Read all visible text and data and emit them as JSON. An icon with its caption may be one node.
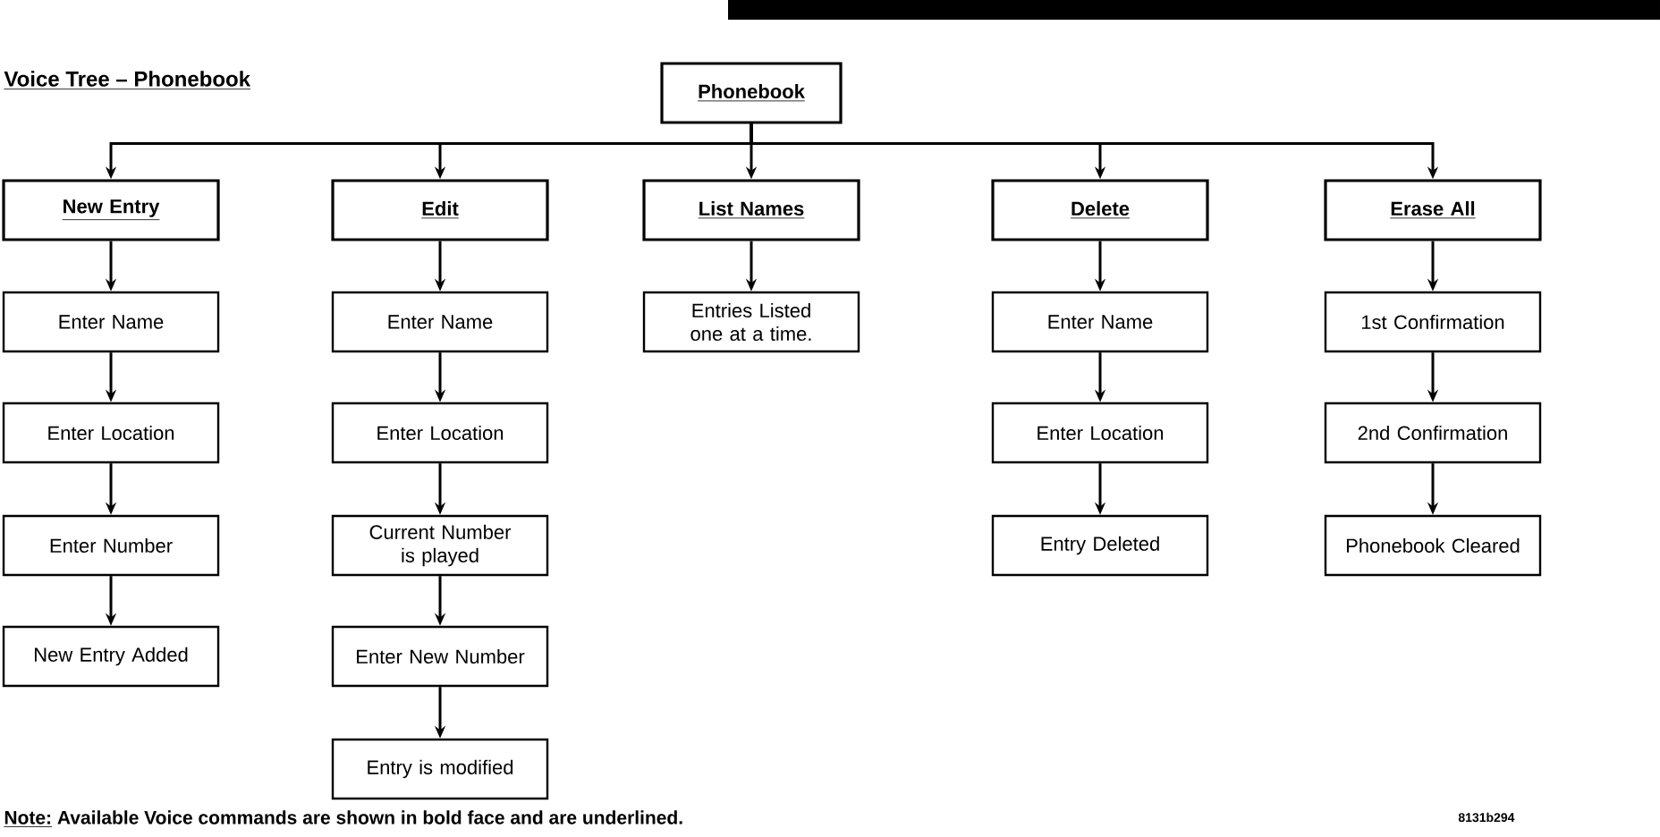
{
  "diagram": {
    "title": "Voice Tree – Phonebook",
    "nodes": [
      {
        "text": [
          "Phonebook"
        ]
      },
      {
        "text": [
          "New Entry"
        ]
      },
      {
        "text": [
          "Edit"
        ]
      },
      {
        "text": [
          "List Names"
        ]
      },
      {
        "text": [
          "Delete"
        ]
      },
      {
        "text": [
          "Erase All"
        ]
      },
      {
        "text": [
          "Enter Name"
        ]
      },
      {
        "text": [
          "Enter Location"
        ]
      },
      {
        "text": [
          "Enter Number"
        ]
      },
      {
        "text": [
          "New Entry Added"
        ]
      },
      {
        "text": [
          "Enter Name"
        ]
      },
      {
        "text": [
          "Enter Location"
        ]
      },
      {
        "text": [
          "Current Number is played"
        ]
      },
      {
        "text": [
          "Enter New Number"
        ]
      },
      {
        "text": [
          "Entry is modified"
        ]
      },
      {
        "text": [
          "Entries Listed one at a time."
        ]
      },
      {
        "text": [
          "Enter Name"
        ]
      },
      {
        "text": [
          "Enter Location"
        ]
      },
      {
        "text": [
          "Entry Deleted"
        ]
      },
      {
        "text": [
          "1st Confirmation"
        ]
      },
      {
        "text": [
          "2nd Confirmation"
        ]
      },
      {
        "text": [
          "Phonebook Cleared"
        ]
      }
    ],
    "edges": [
      {
        "from": 0,
        "to": 1,
        "arrow": "to"
      },
      {
        "from": 0,
        "to": 2,
        "arrow": "to"
      },
      {
        "from": 0,
        "to": 3,
        "arrow": "to"
      },
      {
        "from": 0,
        "to": 4,
        "arrow": "to"
      },
      {
        "from": 0,
        "to": 5,
        "arrow": "to"
      },
      {
        "from": 1,
        "to": 6,
        "arrow": "to"
      },
      {
        "from": 6,
        "to": 7,
        "arrow": "to"
      },
      {
        "from": 7,
        "to": 8,
        "arrow": "to"
      },
      {
        "from": 8,
        "to": 9,
        "arrow": "to"
      },
      {
        "from": 2,
        "to": 10,
        "arrow": "to"
      },
      {
        "from": 10,
        "to": 11,
        "arrow": "to"
      },
      {
        "from": 11,
        "to": 12,
        "arrow": "to"
      },
      {
        "from": 12,
        "to": 13,
        "arrow": "to"
      },
      {
        "from": 13,
        "to": 14,
        "arrow": "to"
      },
      {
        "from": 3,
        "to": 15,
        "arrow": "to"
      },
      {
        "from": 4,
        "to": 16,
        "arrow": "to"
      },
      {
        "from": 16,
        "to": 17,
        "arrow": "to"
      },
      {
        "from": 17,
        "to": 18,
        "arrow": "to"
      },
      {
        "from": 5,
        "to": 19,
        "arrow": "to"
      },
      {
        "from": 19,
        "to": 20,
        "arrow": "to"
      },
      {
        "from": 20,
        "to": 21,
        "arrow": "to"
      }
    ],
    "labels": [
      "Note:",
      "Available Voice commands are shown in bold face and are underlined.",
      "8131b294"
    ]
  }
}
